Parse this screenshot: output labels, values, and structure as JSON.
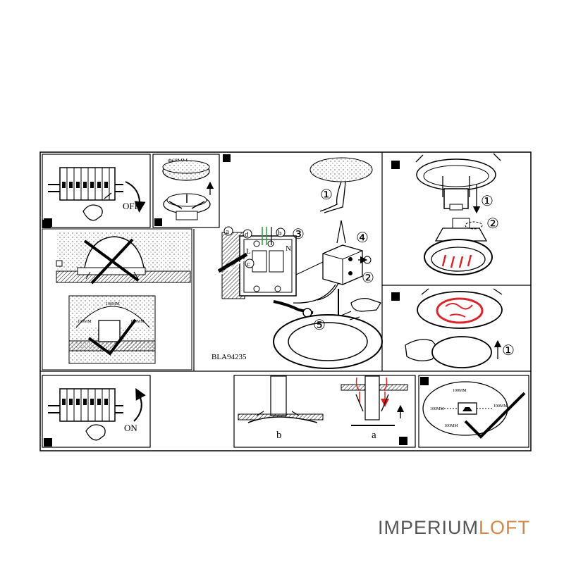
{
  "labels": {
    "off": "OFF",
    "on": "ON",
    "model": "BLA94235",
    "diameter": "Φ68MM",
    "dim_100mm": "100MM",
    "terminal_n": "N",
    "terminal_l": "L",
    "letter_a": "a",
    "letter_b": "b",
    "letter_c": "c",
    "letter_d": "d",
    "step1": "①",
    "step2": "②",
    "step3": "③",
    "step4": "④",
    "step5": "⑤"
  },
  "brand": {
    "part1": "IMPERIUM",
    "part2": "LOFT",
    "color1": "#555555",
    "color2": "#d2884a"
  },
  "colors": {
    "line": "#000000",
    "lamp_red": "#d8262c",
    "wire_green": "#2e9a3a",
    "arrow_red": "#e0201c"
  }
}
